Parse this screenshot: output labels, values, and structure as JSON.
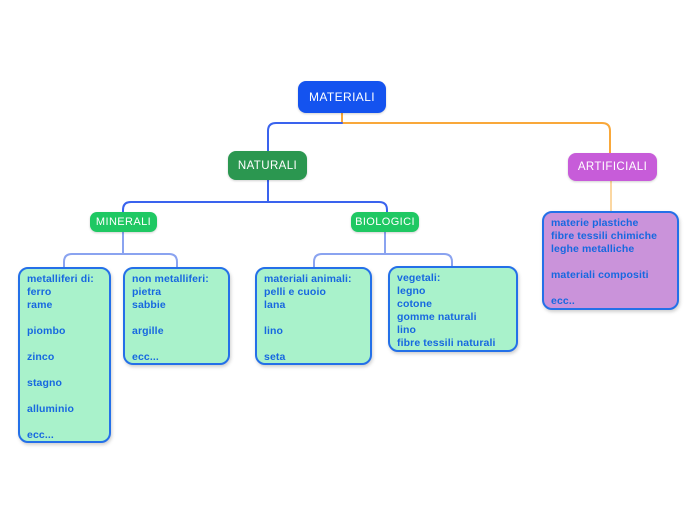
{
  "nodes": {
    "materiali": "MATERIALI",
    "naturali": "NATURALI",
    "artificiali": "ARTIFICIALI",
    "minerali": "MINERALI",
    "biologici": "BIOLOGICI"
  },
  "leaves": {
    "metalliferi": [
      "metalliferi di:",
      "ferro",
      "rame",
      "",
      "piombo",
      "",
      "zinco",
      "",
      "stagno",
      "",
      "alluminio",
      "",
      "ecc..."
    ],
    "non_metalliferi": [
      "non metalliferi:",
      "pietra",
      "sabbie",
      "",
      "argille",
      "",
      "ecc..."
    ],
    "animali": [
      "materiali animali:",
      "pelli e cuoio",
      "lana",
      "",
      "lino",
      "",
      "seta"
    ],
    "vegetali": [
      "vegetali:",
      "legno",
      "cotone",
      "gomme naturali",
      "lino",
      "fibre tessili naturali"
    ],
    "artificiali_materials": [
      "materie plastiche",
      "fibre tessili chimiche",
      "leghe metalliche",
      "",
      "materiali compositi",
      "",
      "ecc.."
    ]
  },
  "colors": {
    "root_fill": "#1453ef",
    "node_text": "#ffffff",
    "naturali_fill": "#2b9750",
    "sub_green_fill": "#1fc863",
    "artificiali_fill": "#c75cd9",
    "leaf_green_fill": "#a9f2cb",
    "leaf_purple_fill": "#ca93da",
    "leaf_border": "#2470e8",
    "leaf_text": "#1768e0",
    "line_blue": "#3a63ee",
    "line_blue_light": "#8aa3f0",
    "line_orange": "#f9a83a",
    "line_orange_light": "#fbd7a2"
  }
}
